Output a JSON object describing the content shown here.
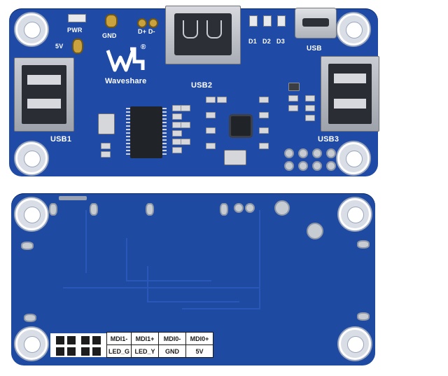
{
  "top_board": {
    "labels": {
      "pwr": "PWR",
      "gnd": "GND",
      "d_plus_minus": "D+ D-",
      "five_v": "5V",
      "d1": "D1",
      "d2": "D2",
      "d3": "D3",
      "usb": "USB",
      "usb1": "USB1",
      "usb2": "USB2",
      "usb3": "USB3",
      "brand": "Waveshare",
      "registered": "®"
    },
    "colors": {
      "pcb": "#1f4aa6",
      "silk": "#ffffff"
    }
  },
  "bottom_board": {
    "header_table": {
      "row1": [
        "MDI1-",
        "MDI1+",
        "MDI0-",
        "MDI0+"
      ],
      "row2": [
        "LED_G",
        "LED_Y",
        "GND",
        "5V"
      ]
    },
    "colors": {
      "pcb": "#1e4aa2"
    }
  }
}
